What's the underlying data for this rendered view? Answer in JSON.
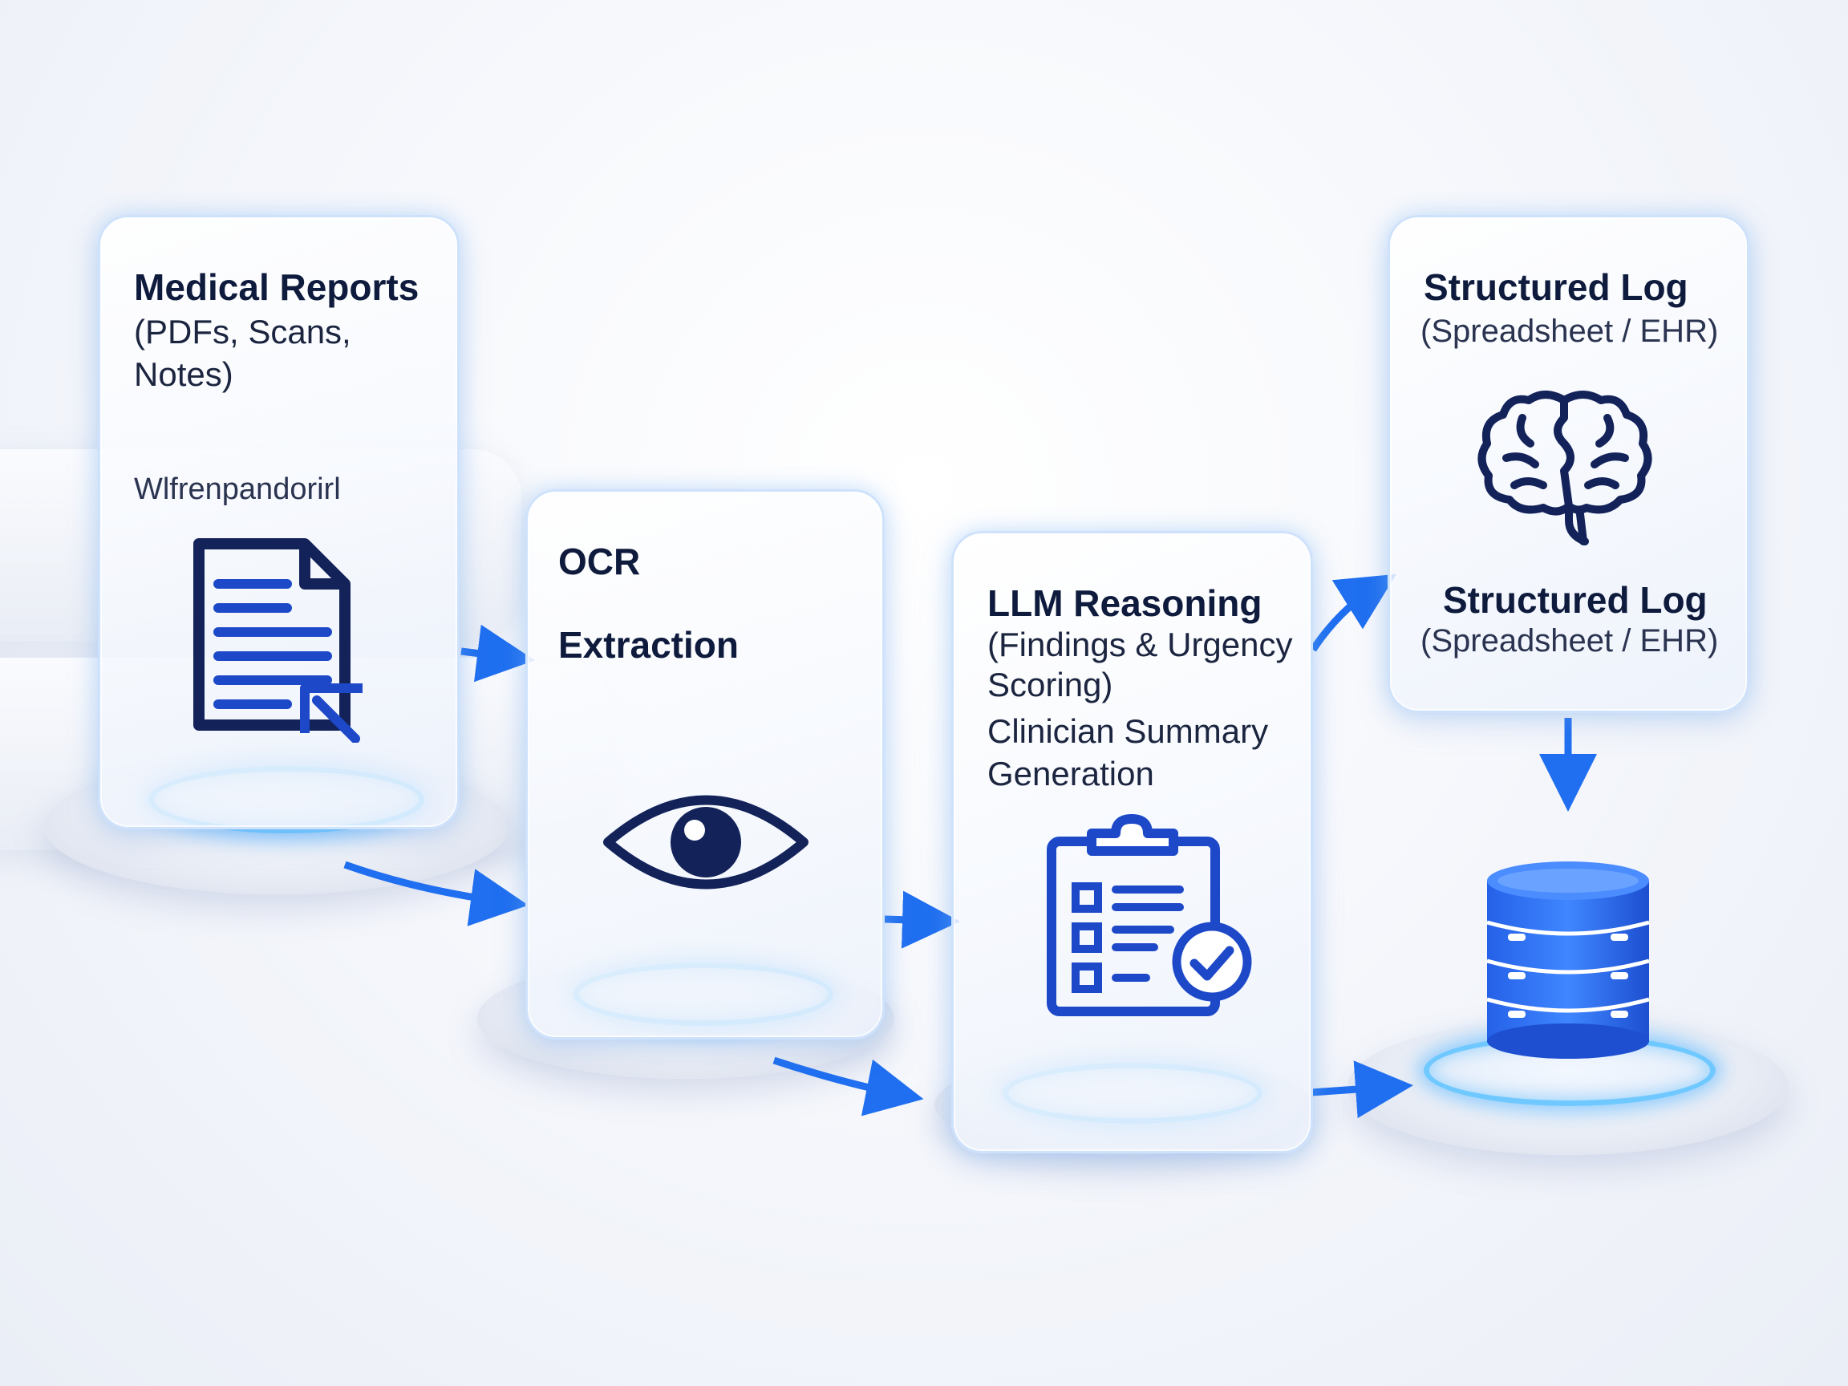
{
  "nodes": [
    {
      "id": "reports",
      "title": "Medical Reports",
      "subtitle_lines": [
        "(PDFs, Scans,",
        "Notes)"
      ],
      "caption": "Wlfrenpandorirl",
      "icon": "document-icon"
    },
    {
      "id": "ocr",
      "title_lines": [
        "OCR",
        "Extraction"
      ],
      "icon": "eye-icon"
    },
    {
      "id": "llm",
      "title": "LLM Reasoning",
      "subtitle_lines": [
        "(Findings & Urgency",
        "Scoring)",
        "Clinician Summary",
        "Generation"
      ],
      "icon": "clipboard-check-icon"
    },
    {
      "id": "log",
      "title": "Structured Log",
      "subtitle": "(Spreadsheet / EHR)",
      "title2": "Structured Log",
      "subtitle2": "(Spreadsheet / EHR)",
      "icon": "brain-icon"
    },
    {
      "id": "storage",
      "icon": "database-icon"
    }
  ],
  "colors": {
    "ink": "#0f1b3d",
    "accent_blue": "#1f6ff0",
    "glow": "#6fc8ff",
    "icon_blue": "#1d49c9"
  }
}
